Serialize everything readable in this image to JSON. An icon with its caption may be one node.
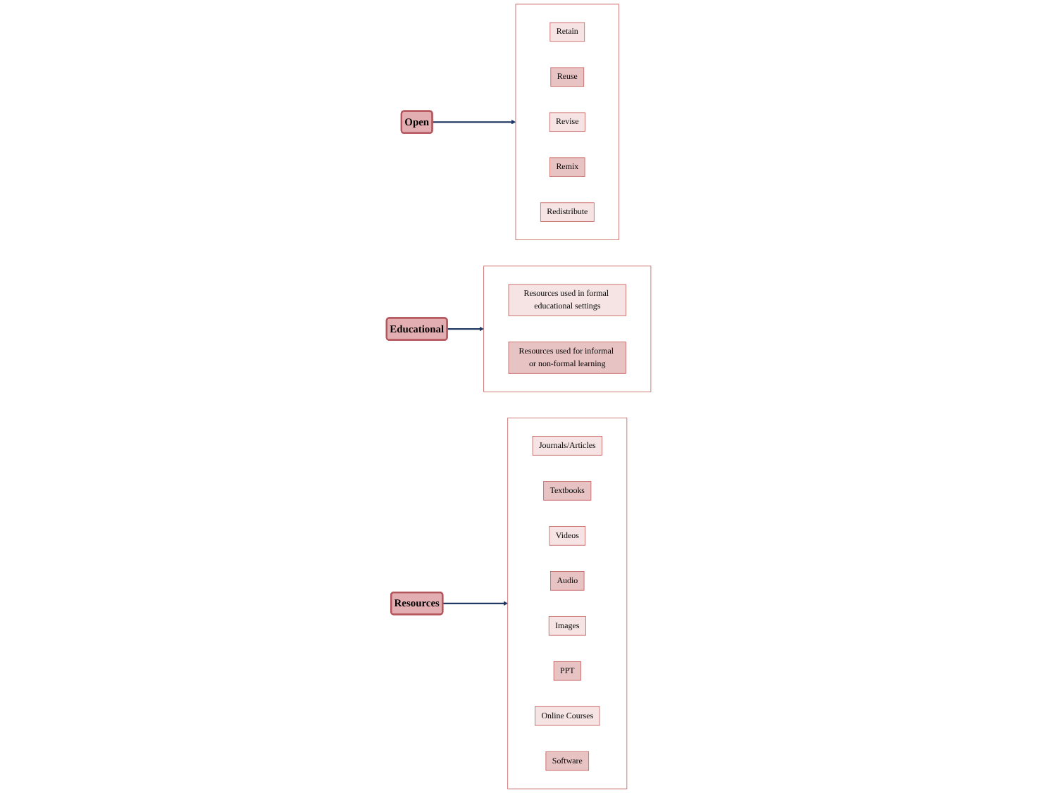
{
  "diagram": {
    "nodes": [
      {
        "text": [
          "Open"
        ]
      },
      {
        "text": [],
        "shape": "box"
      },
      {
        "text": [
          "Retain"
        ],
        "in": 1
      },
      {
        "text": [
          "Reuse"
        ],
        "in": 1
      },
      {
        "text": [
          "Revise"
        ],
        "in": 1
      },
      {
        "text": [
          "Remix"
        ],
        "in": 1
      },
      {
        "text": [
          "Redistribute"
        ],
        "in": 1
      },
      {
        "text": [
          "Educational"
        ]
      },
      {
        "text": [],
        "shape": "box"
      },
      {
        "text": [
          "Resources used in formal educational settings"
        ],
        "in": 8
      },
      {
        "text": [
          "Resources used for informal or non-formal learning"
        ],
        "in": 8
      },
      {
        "text": [
          "Resources"
        ]
      },
      {
        "text": [],
        "shape": "box"
      },
      {
        "text": [
          "Journals/Articles"
        ],
        "in": 12
      },
      {
        "text": [
          "Textbooks"
        ],
        "in": 12
      },
      {
        "text": [
          "Videos"
        ],
        "in": 12
      },
      {
        "text": [
          "Audio"
        ],
        "in": 12
      },
      {
        "text": [
          "Images"
        ],
        "in": 12
      },
      {
        "text": [
          "PPT"
        ],
        "in": 12
      },
      {
        "text": [
          "Online Courses"
        ],
        "in": 12
      },
      {
        "text": [
          "Software"
        ],
        "in": 12
      }
    ],
    "edges": [
      {
        "from": 0,
        "to": 1,
        "arrow": "to"
      },
      {
        "from": 7,
        "to": 8,
        "arrow": "to"
      },
      {
        "from": 11,
        "to": 12,
        "arrow": "to"
      }
    ]
  }
}
